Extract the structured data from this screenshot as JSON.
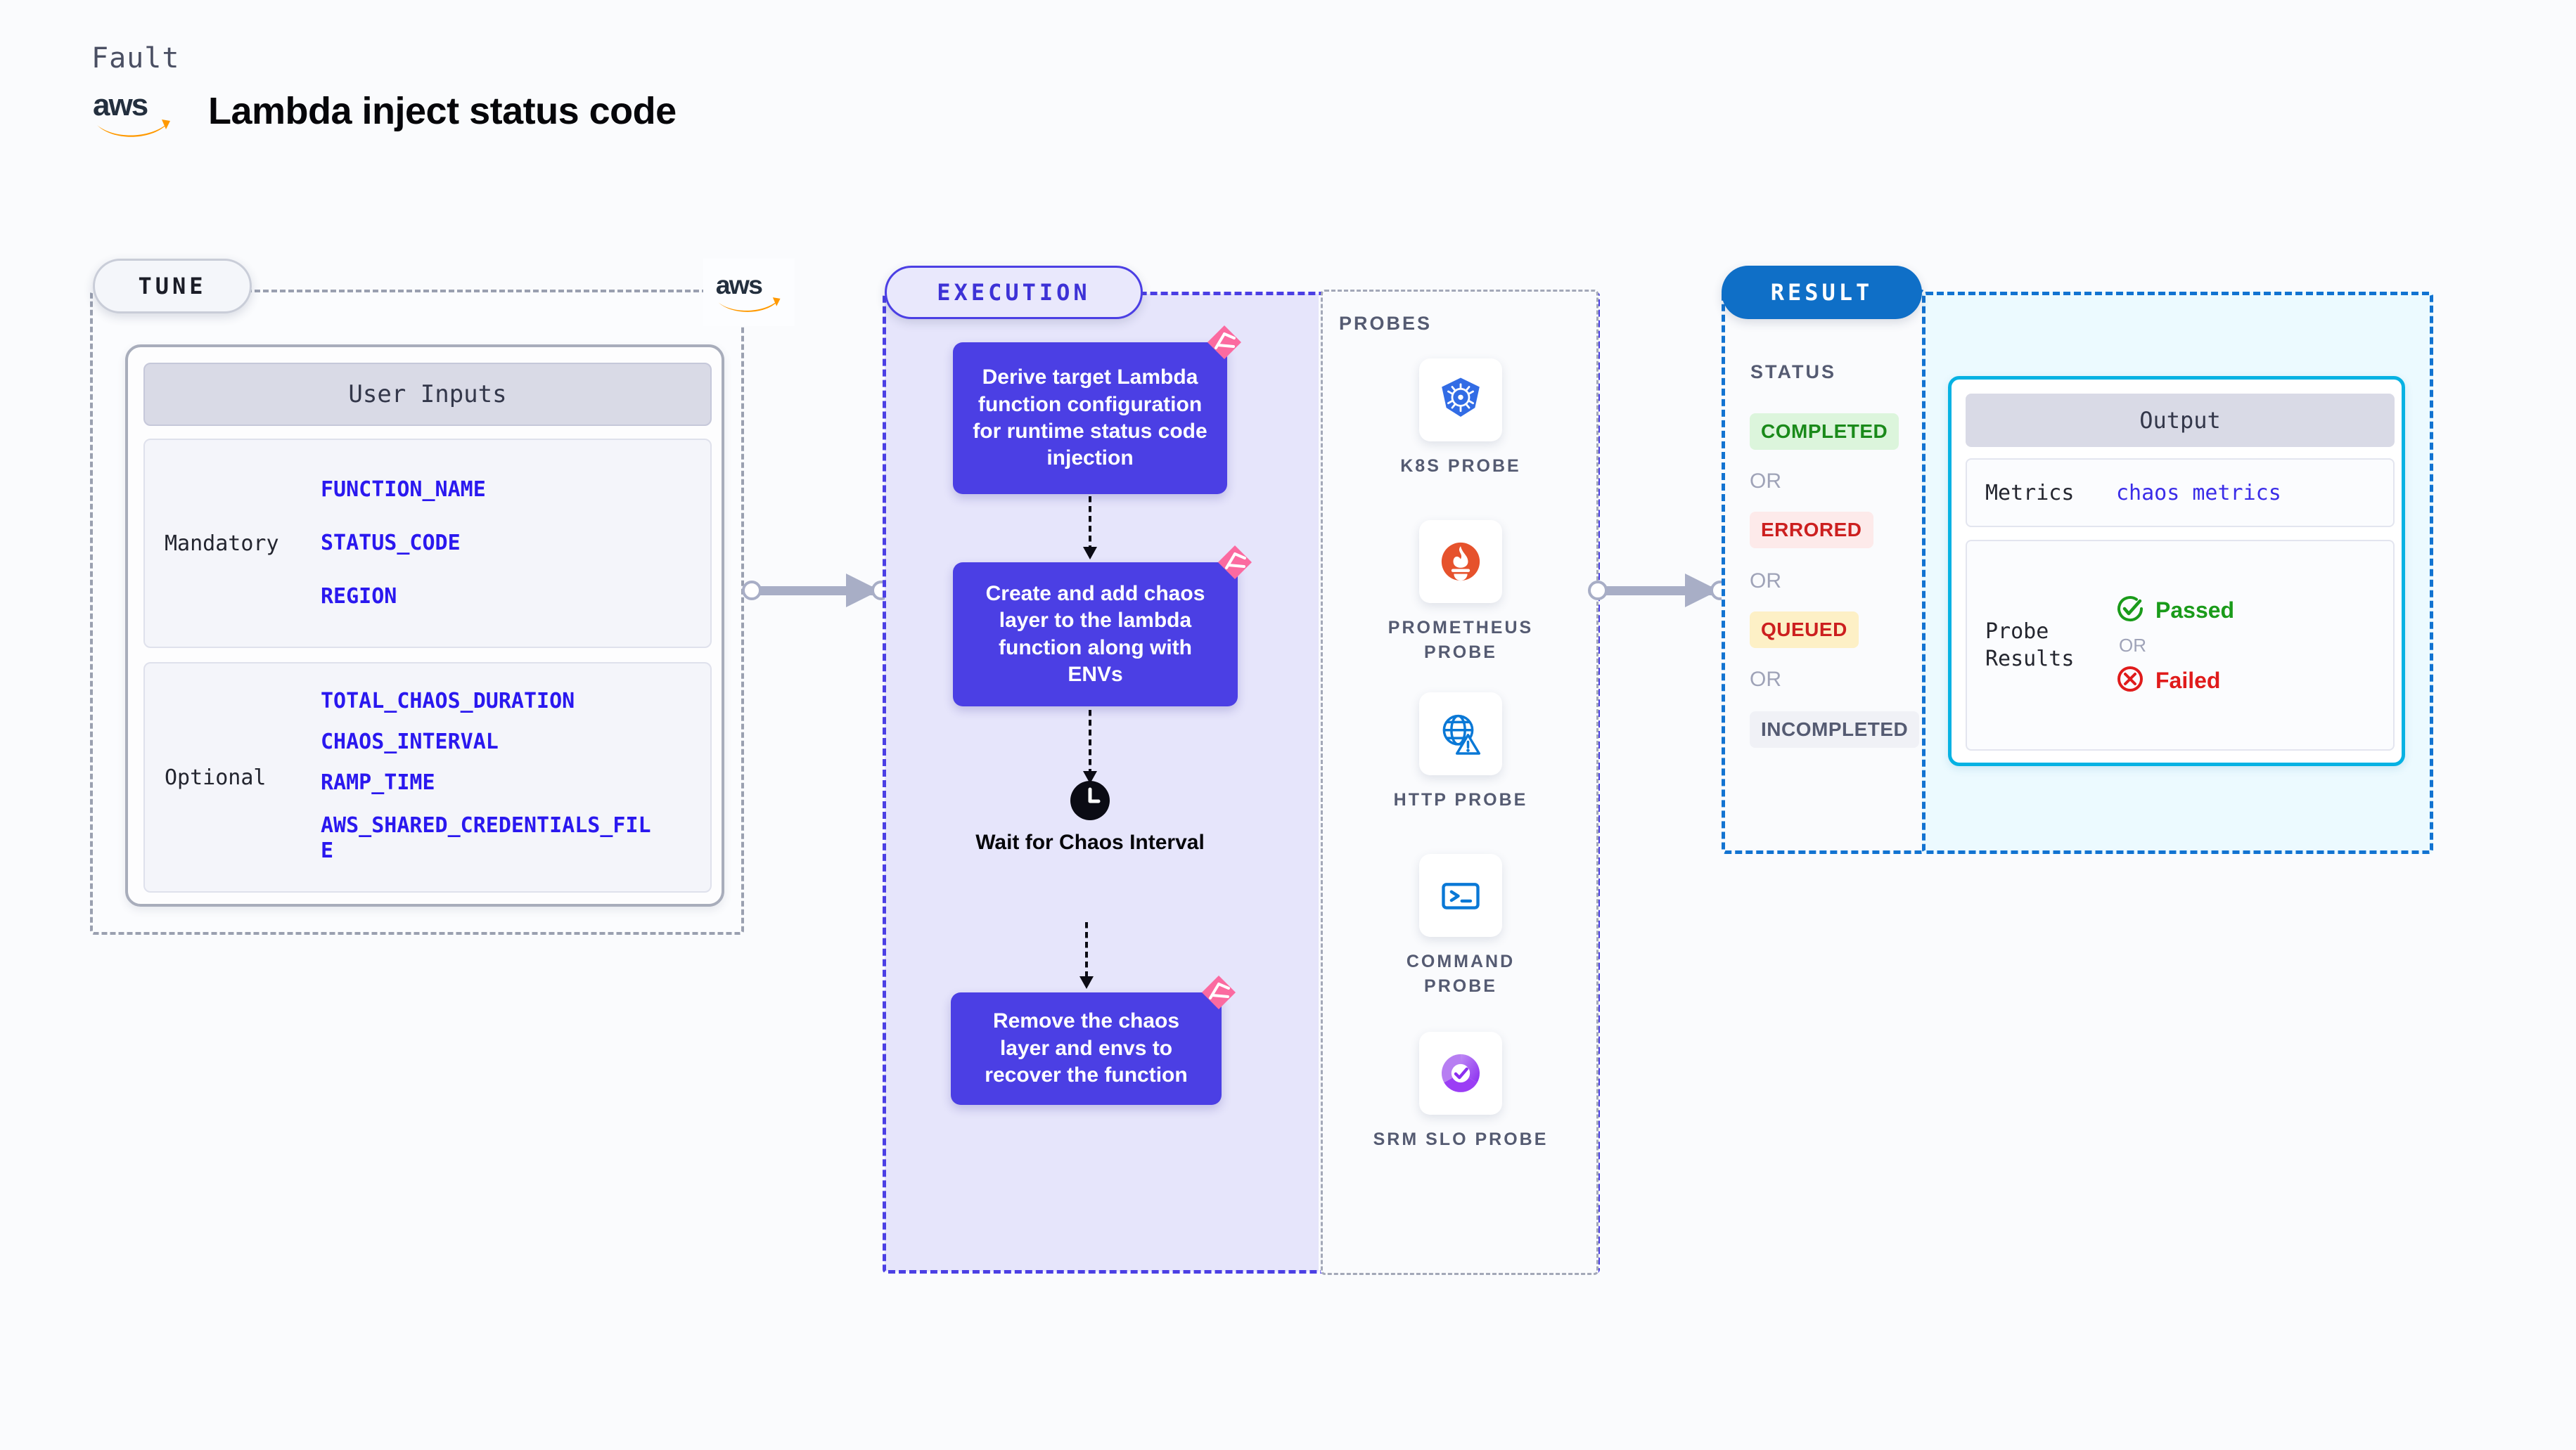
{
  "header": {
    "eyebrow": "Fault",
    "title": "Lambda inject status code",
    "logo_icon": "aws-logo"
  },
  "tune": {
    "pill_label": "TUNE",
    "card_title": "User Inputs",
    "aws_badge_icon": "aws-logo",
    "groups": [
      {
        "label": "Mandatory",
        "params": [
          "FUNCTION_NAME",
          "STATUS_CODE",
          "REGION"
        ]
      },
      {
        "label": "Optional",
        "params": [
          "TOTAL_CHAOS_DURATION",
          "CHAOS_INTERVAL",
          "RAMP_TIME",
          "AWS_SHARED_CREDENTIALS_FILE"
        ]
      }
    ]
  },
  "execution": {
    "pill_label": "EXECUTION",
    "steps": [
      {
        "text": "Derive target Lambda function configuration for runtime status code injection",
        "flag_icon": "chaos-flag-icon"
      },
      {
        "text": "Create and add chaos layer to the lambda function along with ENVs",
        "flag_icon": "chaos-flag-icon"
      },
      {
        "text": "Remove the chaos layer and envs to recover the function",
        "flag_icon": "chaos-flag-icon"
      }
    ],
    "wait": {
      "icon": "clock-icon",
      "label": "Wait for Chaos Interval"
    }
  },
  "probes": {
    "section_label": "PROBES",
    "items": [
      {
        "name": "K8S PROBE",
        "icon": "kubernetes-icon"
      },
      {
        "name": "PROMETHEUS PROBE",
        "icon": "prometheus-icon"
      },
      {
        "name": "HTTP PROBE",
        "icon": "http-globe-warning-icon"
      },
      {
        "name": "COMMAND PROBE",
        "icon": "terminal-icon"
      },
      {
        "name": "SRM SLO PROBE",
        "icon": "srm-slo-icon"
      }
    ]
  },
  "result": {
    "pill_label": "RESULT",
    "status_label": "STATUS",
    "or_label": "OR",
    "statuses": [
      {
        "text": "COMPLETED",
        "bg": "#dcf5dc",
        "fg": "#1a8a1a"
      },
      {
        "text": "ERRORED",
        "bg": "#fdeaea",
        "fg": "#cc1f1f"
      },
      {
        "text": "QUEUED",
        "bg": "#fdf0c6",
        "fg": "#cc1f1f"
      },
      {
        "text": "INCOMPLETED",
        "bg": "#f0f1f6",
        "fg": "#555b72"
      }
    ]
  },
  "output": {
    "card_title": "Output",
    "metrics_key": "Metrics",
    "metrics_value": "chaos metrics",
    "probe_results_key": "Probe Results",
    "passed_label": "Passed",
    "failed_label": "Failed",
    "or_label": "OR",
    "passed_icon": "check-circle-icon",
    "failed_icon": "x-circle-icon"
  },
  "connectors": {
    "tune_to_execution": "arrow-right",
    "execution_to_result": "arrow-right"
  },
  "colors": {
    "tune_border": "#9aa0b0",
    "execution_accent": "#4b3fe4",
    "result_accent": "#1273d1",
    "output_accent": "#06b2e3",
    "param_text": "#2a18ef",
    "chaos_flag": "#fb6aa0"
  }
}
